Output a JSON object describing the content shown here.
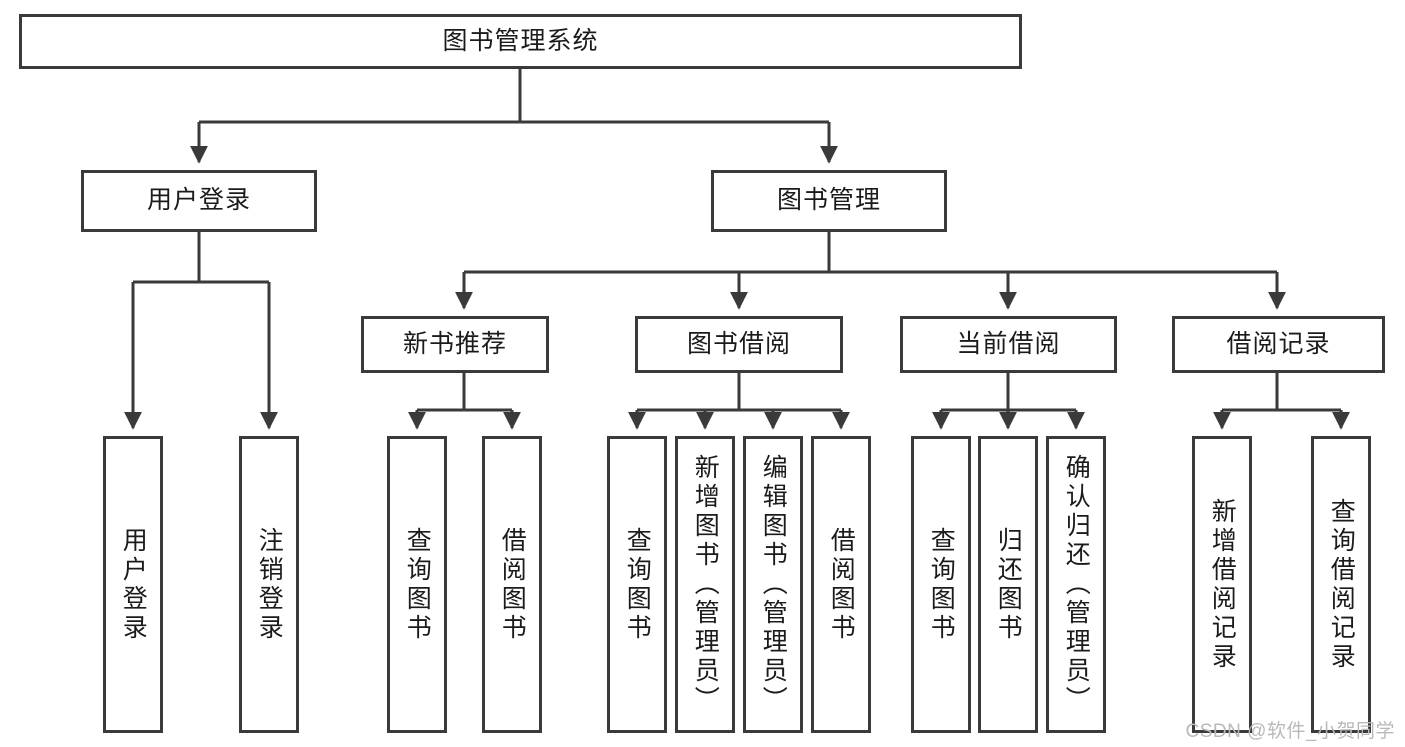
{
  "diagram": {
    "title": "图书管理系统",
    "type": "tree-hierarchy-chart",
    "orientation": "top-down",
    "line_color": "#3a3a3a",
    "box_fill": "#ffffff",
    "text_color": "#1b1b1b"
  },
  "watermark": {
    "text": "CSDN @软件_小贺同学",
    "color": "#b9b9b9"
  },
  "nodes": {
    "root": {
      "label": "图书管理系统"
    },
    "level2": [
      {
        "label": "用户登录"
      },
      {
        "label": "图书管理"
      }
    ],
    "level3": [
      {
        "label": "新书推荐"
      },
      {
        "label": "图书借阅"
      },
      {
        "label": "当前借阅"
      },
      {
        "label": "借阅记录"
      }
    ],
    "leaves": [
      {
        "label": "用户登录",
        "parent": "用户登录"
      },
      {
        "label": "注销登录",
        "parent": "用户登录"
      },
      {
        "label": "查询图书",
        "parent": "新书推荐"
      },
      {
        "label": "借阅图书",
        "parent": "新书推荐"
      },
      {
        "label": "查询图书",
        "parent": "图书借阅"
      },
      {
        "label": "新增图书（管理员）",
        "parent": "图书借阅"
      },
      {
        "label": "编辑图书（管理员）",
        "parent": "图书借阅"
      },
      {
        "label": "借阅图书",
        "parent": "图书借阅"
      },
      {
        "label": "查询图书",
        "parent": "当前借阅"
      },
      {
        "label": "归还图书",
        "parent": "当前借阅"
      },
      {
        "label": "确认归还（管理员）",
        "parent": "当前借阅"
      },
      {
        "label": "新增借阅记录",
        "parent": "借阅记录"
      },
      {
        "label": "查询借阅记录",
        "parent": "借阅记录"
      }
    ]
  }
}
